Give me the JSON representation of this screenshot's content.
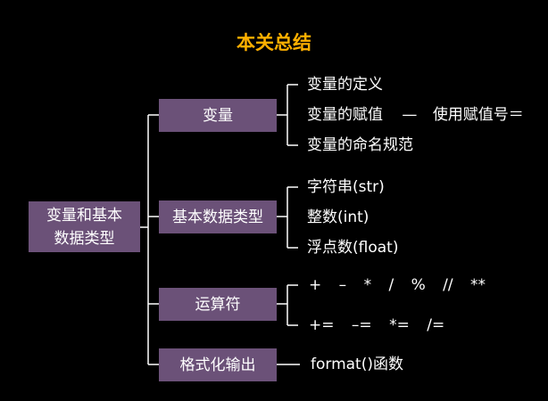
{
  "title": "本关总结",
  "root": {
    "label_line1": "变量和基本",
    "label_line2": "数据类型"
  },
  "branches": [
    {
      "label": "变量"
    },
    {
      "label": "基本数据类型"
    },
    {
      "label": "运算符"
    },
    {
      "label": "格式化输出"
    }
  ],
  "leaves": {
    "variables": [
      "变量的定义",
      "变量的赋值",
      "变量的命名规范"
    ],
    "assignment_dash": "—",
    "assignment_note": "使用赋值号＝",
    "data_types": [
      "字符串(str)",
      "整数(int)",
      "浮点数(float)"
    ],
    "operators_arith": [
      "+",
      "–",
      "*",
      "/",
      "%",
      "//",
      "**"
    ],
    "operators_assign": [
      "+=",
      "–=",
      "*=",
      "/="
    ],
    "formatting": "format()函数"
  },
  "colors": {
    "title": "#ffb000",
    "box": "#6b5178",
    "text": "#ffffff",
    "lines": "#ffffff"
  }
}
